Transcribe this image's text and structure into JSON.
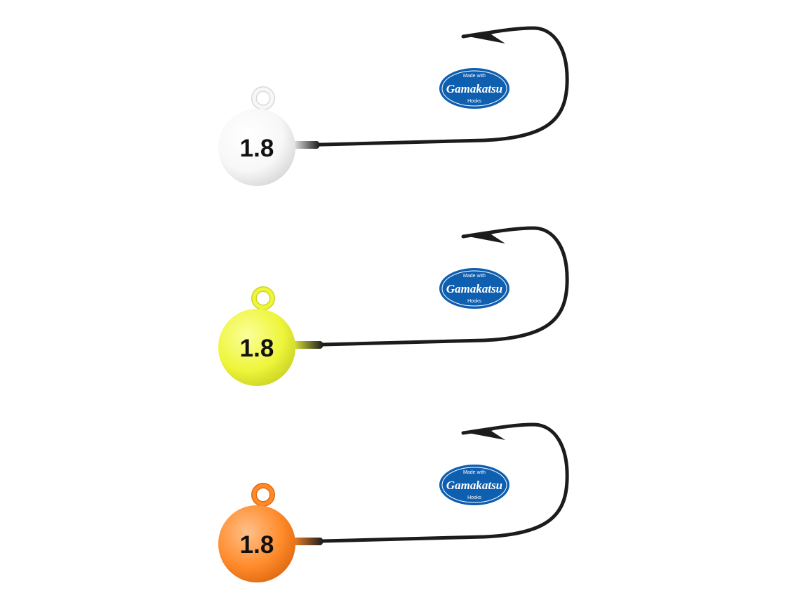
{
  "jigs": [
    {
      "weight_label": "1.8",
      "head_color": "#f7f7f7",
      "head_shade": "#d9d9d9",
      "logo": {
        "top": "Made with",
        "brand": "Gamakatsu",
        "bottom": "Hooks"
      }
    },
    {
      "weight_label": "1.8",
      "head_color": "#eef53a",
      "head_shade": "#cdd425",
      "logo": {
        "top": "Made with",
        "brand": "Gamakatsu",
        "bottom": "Hooks"
      }
    },
    {
      "weight_label": "1.8",
      "head_color": "#ff8a2a",
      "head_shade": "#e06a12",
      "logo": {
        "top": "Made with",
        "brand": "Gamakatsu",
        "bottom": "Hooks"
      }
    }
  ],
  "colors": {
    "hook": "#1c1c1c",
    "logo_blue": "#0f5fb0"
  }
}
